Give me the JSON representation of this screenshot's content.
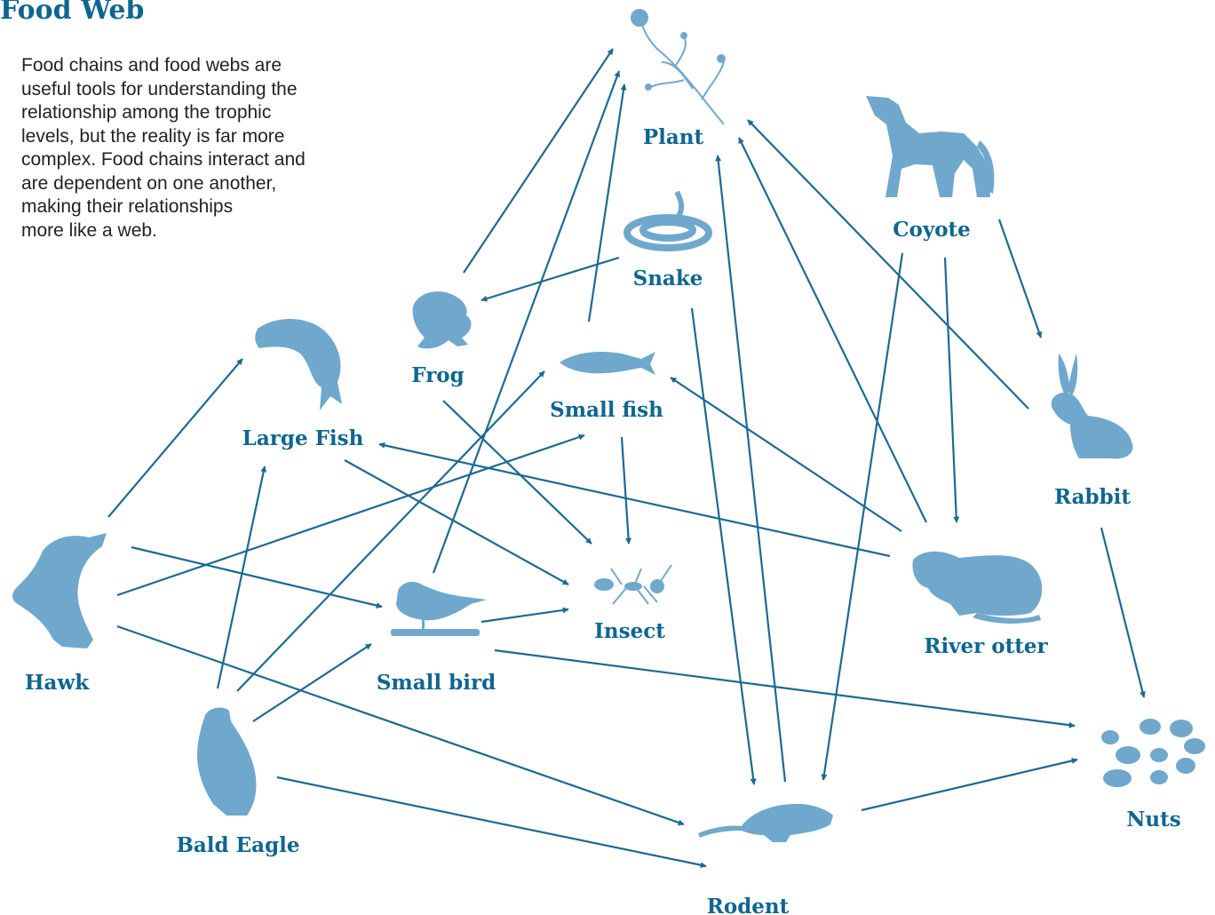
{
  "title": "Food Web",
  "intro_lines": [
    "Food chains and food webs are",
    "useful tools for understanding the",
    "relationship among the trophic",
    "levels, but the reality is far more",
    "complex. Food chains interact and",
    "are dependent on one another,",
    "making their relationships",
    "more like a web."
  ],
  "colors": {
    "label": "#0e6690",
    "arrow": "#1c6a92",
    "silhouette": "#6fa8cc",
    "text": "#222222"
  },
  "organisms": [
    {
      "id": "plant",
      "label": "Plant",
      "icon": "plant-icon"
    },
    {
      "id": "coyote",
      "label": "Coyote",
      "icon": "coyote-icon"
    },
    {
      "id": "snake",
      "label": "Snake",
      "icon": "snake-icon"
    },
    {
      "id": "frog",
      "label": "Frog",
      "icon": "frog-icon"
    },
    {
      "id": "large_fish",
      "label": "Large Fish",
      "icon": "large-fish-icon"
    },
    {
      "id": "small_fish",
      "label": "Small fish",
      "icon": "small-fish-icon"
    },
    {
      "id": "rabbit",
      "label": "Rabbit",
      "icon": "rabbit-icon"
    },
    {
      "id": "insect",
      "label": "Insect",
      "icon": "insect-icon"
    },
    {
      "id": "river_otter",
      "label": "River otter",
      "icon": "river-otter-icon"
    },
    {
      "id": "hawk",
      "label": "Hawk",
      "icon": "hawk-icon"
    },
    {
      "id": "small_bird",
      "label": "Small bird",
      "icon": "small-bird-icon"
    },
    {
      "id": "nuts",
      "label": "Nuts",
      "icon": "nuts-icon"
    },
    {
      "id": "bald_eagle",
      "label": "Bald Eagle",
      "icon": "bald-eagle-icon"
    },
    {
      "id": "rodent",
      "label": "Rodent",
      "icon": "rodent-icon"
    }
  ],
  "arrows": [
    {
      "from": "frog",
      "to": "plant"
    },
    {
      "from": "small_fish",
      "to": "plant"
    },
    {
      "from": "small_bird",
      "to": "plant"
    },
    {
      "from": "rodent",
      "to": "plant"
    },
    {
      "from": "river_otter",
      "to": "plant"
    },
    {
      "from": "rabbit",
      "to": "plant"
    },
    {
      "from": "snake",
      "to": "frog"
    },
    {
      "from": "snake",
      "to": "rodent"
    },
    {
      "from": "coyote",
      "to": "rabbit"
    },
    {
      "from": "coyote",
      "to": "rodent"
    },
    {
      "from": "coyote",
      "to": "river_otter"
    },
    {
      "from": "hawk",
      "to": "large_fish"
    },
    {
      "from": "hawk",
      "to": "small_fish"
    },
    {
      "from": "hawk",
      "to": "small_bird"
    },
    {
      "from": "hawk",
      "to": "rodent"
    },
    {
      "from": "bald_eagle",
      "to": "large_fish"
    },
    {
      "from": "bald_eagle",
      "to": "small_fish"
    },
    {
      "from": "bald_eagle",
      "to": "small_bird"
    },
    {
      "from": "bald_eagle",
      "to": "rodent"
    },
    {
      "from": "large_fish",
      "to": "insect"
    },
    {
      "from": "frog",
      "to": "insect"
    },
    {
      "from": "small_fish",
      "to": "insect"
    },
    {
      "from": "small_bird",
      "to": "insect"
    },
    {
      "from": "small_bird",
      "to": "nuts"
    },
    {
      "from": "river_otter",
      "to": "small_fish"
    },
    {
      "from": "river_otter",
      "to": "large_fish"
    },
    {
      "from": "rabbit",
      "to": "nuts"
    },
    {
      "from": "rodent",
      "to": "nuts"
    }
  ]
}
